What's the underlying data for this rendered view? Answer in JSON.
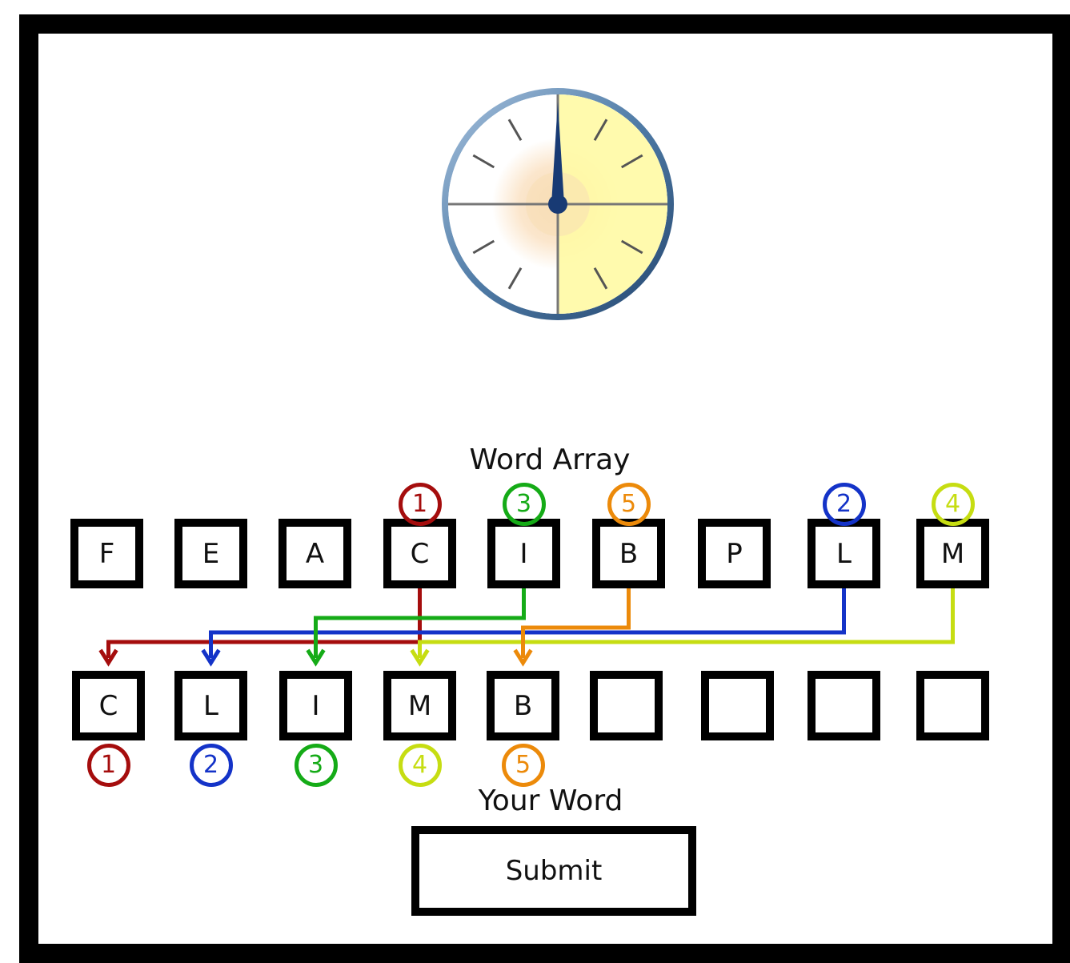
{
  "timer": {
    "elapsed_fraction": 0.5,
    "face_color": "#fffbe6",
    "fill_color": "#fffaa6",
    "rim_color": "#4f7ba6",
    "hand_color": "#183a74"
  },
  "word_array": {
    "title": "Word Array",
    "letters": [
      "F",
      "E",
      "A",
      "C",
      "I",
      "B",
      "P",
      "L",
      "M"
    ]
  },
  "your_word": {
    "title": "Your Word",
    "letters": [
      "C",
      "L",
      "I",
      "M",
      "B",
      "",
      "",
      "",
      ""
    ]
  },
  "picks": [
    {
      "order": "1",
      "from_index": 3,
      "to_index": 0,
      "color": "#a50d0d"
    },
    {
      "order": "2",
      "from_index": 7,
      "to_index": 1,
      "color": "#1433c8"
    },
    {
      "order": "3",
      "from_index": 4,
      "to_index": 2,
      "color": "#15ab17"
    },
    {
      "order": "4",
      "from_index": 8,
      "to_index": 3,
      "color": "#c6dd12"
    },
    {
      "order": "5",
      "from_index": 5,
      "to_index": 4,
      "color": "#ec8a0a"
    }
  ],
  "submit": {
    "label": "Submit"
  }
}
